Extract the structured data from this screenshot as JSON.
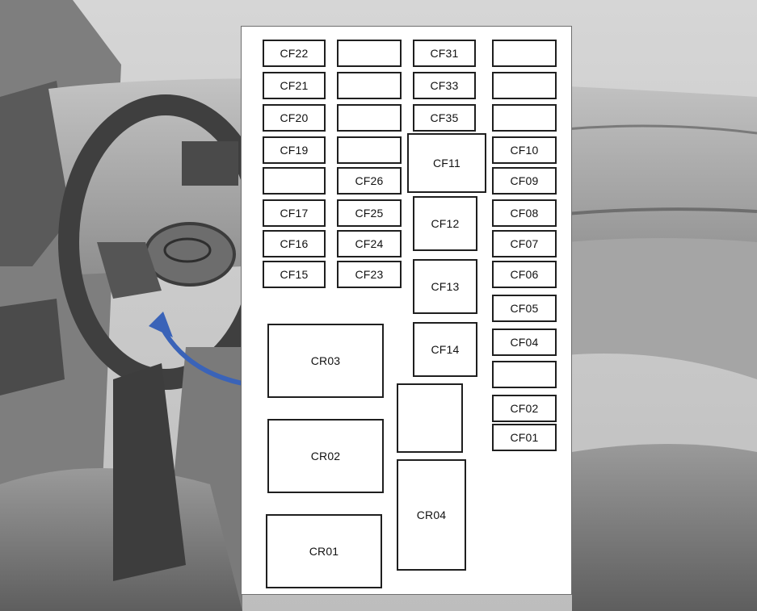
{
  "fuse_box": {
    "cells": [
      {
        "id": "cf22",
        "label": "CF22"
      },
      {
        "id": "blank-1",
        "label": ""
      },
      {
        "id": "cf31",
        "label": "CF31"
      },
      {
        "id": "blank-2",
        "label": ""
      },
      {
        "id": "cf21",
        "label": "CF21"
      },
      {
        "id": "blank-3",
        "label": ""
      },
      {
        "id": "cf33",
        "label": "CF33"
      },
      {
        "id": "blank-4",
        "label": ""
      },
      {
        "id": "cf20",
        "label": "CF20"
      },
      {
        "id": "blank-5",
        "label": ""
      },
      {
        "id": "cf35",
        "label": "CF35"
      },
      {
        "id": "blank-6",
        "label": ""
      },
      {
        "id": "cf19",
        "label": "CF19"
      },
      {
        "id": "blank-7",
        "label": ""
      },
      {
        "id": "cf11",
        "label": "CF11"
      },
      {
        "id": "cf10",
        "label": "CF10"
      },
      {
        "id": "blank-8",
        "label": ""
      },
      {
        "id": "cf26",
        "label": "CF26"
      },
      {
        "id": "cf09",
        "label": "CF09"
      },
      {
        "id": "cf17",
        "label": "CF17"
      },
      {
        "id": "cf25",
        "label": "CF25"
      },
      {
        "id": "cf12",
        "label": "CF12"
      },
      {
        "id": "cf08",
        "label": "CF08"
      },
      {
        "id": "cf16",
        "label": "CF16"
      },
      {
        "id": "cf24",
        "label": "CF24"
      },
      {
        "id": "cf07",
        "label": "CF07"
      },
      {
        "id": "cf15",
        "label": "CF15"
      },
      {
        "id": "cf23",
        "label": "CF23"
      },
      {
        "id": "cf13",
        "label": "CF13"
      },
      {
        "id": "cf06",
        "label": "CF06"
      },
      {
        "id": "cf05",
        "label": "CF05"
      },
      {
        "id": "cr03",
        "label": "CR03"
      },
      {
        "id": "cf14",
        "label": "CF14"
      },
      {
        "id": "cf04",
        "label": "CF04"
      },
      {
        "id": "blank-9",
        "label": ""
      },
      {
        "id": "blank-10",
        "label": ""
      },
      {
        "id": "cf02",
        "label": "CF02"
      },
      {
        "id": "cf01",
        "label": "CF01"
      },
      {
        "id": "cr02",
        "label": "CR02"
      },
      {
        "id": "cr04",
        "label": "CR04"
      },
      {
        "id": "cr01",
        "label": "CR01"
      }
    ]
  },
  "colors": {
    "background": "#c9c9c9",
    "arrow": "#3a63b8",
    "cell_border": "#1f1f1f"
  }
}
